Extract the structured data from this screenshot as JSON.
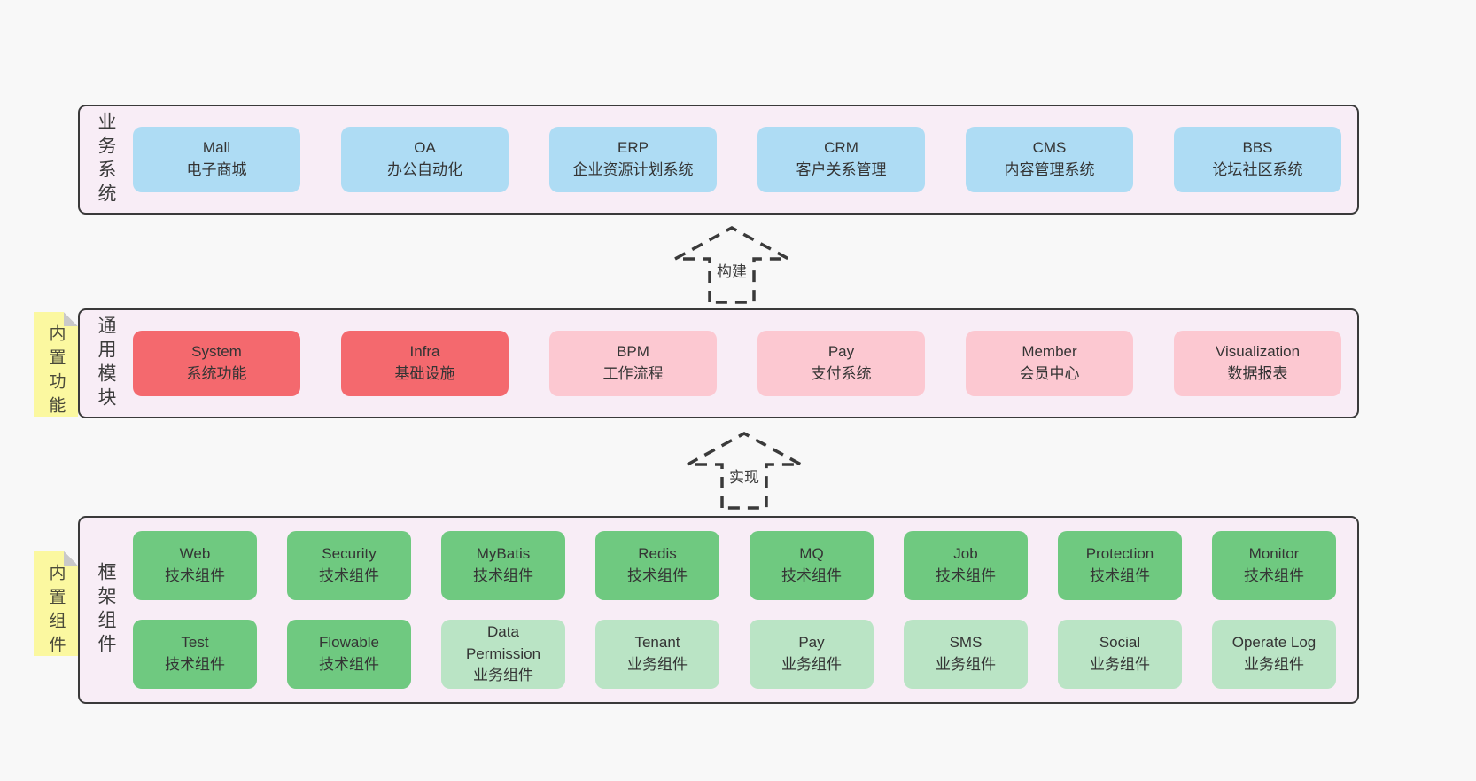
{
  "colors": {
    "page_bg": "#f8f8f8",
    "container_bg": "#f8edf6",
    "container_border": "#3a3a3a",
    "blue": "#aedcf4",
    "red": "#f4696e",
    "pink": "#fcc8d1",
    "green_dark": "#6fc980",
    "green_light": "#bae4c5",
    "note_yellow": "#fbf8a0",
    "note_fold_gray": "#c9c9c9",
    "text": "#3b3b3b"
  },
  "arrows": [
    {
      "label": "构建"
    },
    {
      "label": "实现"
    }
  ],
  "sections": [
    {
      "label": "业务系统",
      "note": "",
      "rows": [
        [
          {
            "en": "Mall",
            "zh": "电子商城",
            "color": "blue"
          },
          {
            "en": "OA",
            "zh": "办公自动化",
            "color": "blue"
          },
          {
            "en": "ERP",
            "zh": "企业资源计划系统",
            "color": "blue"
          },
          {
            "en": "CRM",
            "zh": "客户关系管理",
            "color": "blue"
          },
          {
            "en": "CMS",
            "zh": "内容管理系统",
            "color": "blue"
          },
          {
            "en": "BBS",
            "zh": "论坛社区系统",
            "color": "blue"
          }
        ]
      ]
    },
    {
      "label": "通用模块",
      "note": "内置功能",
      "rows": [
        [
          {
            "en": "System",
            "zh": "系统功能",
            "color": "red"
          },
          {
            "en": "Infra",
            "zh": "基础设施",
            "color": "red"
          },
          {
            "en": "BPM",
            "zh": "工作流程",
            "color": "pink"
          },
          {
            "en": "Pay",
            "zh": "支付系统",
            "color": "pink"
          },
          {
            "en": "Member",
            "zh": "会员中心",
            "color": "pink"
          },
          {
            "en": "Visualization",
            "zh": "数据报表",
            "color": "pink"
          }
        ]
      ]
    },
    {
      "label": "框架组件",
      "note": "内置组件",
      "rows": [
        [
          {
            "en": "Web",
            "zh": "技术组件",
            "color": "green-dark"
          },
          {
            "en": "Security",
            "zh": "技术组件",
            "color": "green-dark"
          },
          {
            "en": "MyBatis",
            "zh": "技术组件",
            "color": "green-dark"
          },
          {
            "en": "Redis",
            "zh": "技术组件",
            "color": "green-dark"
          },
          {
            "en": "MQ",
            "zh": "技术组件",
            "color": "green-dark"
          },
          {
            "en": "Job",
            "zh": "技术组件",
            "color": "green-dark"
          },
          {
            "en": "Protection",
            "zh": "技术组件",
            "color": "green-dark"
          },
          {
            "en": "Monitor",
            "zh": "技术组件",
            "color": "green-dark"
          }
        ],
        [
          {
            "en": "Test",
            "zh": "技术组件",
            "color": "green-dark"
          },
          {
            "en": "Flowable",
            "zh": "技术组件",
            "color": "green-dark"
          },
          {
            "en": "Data Permission",
            "zh": "业务组件",
            "color": "green-light"
          },
          {
            "en": "Tenant",
            "zh": "业务组件",
            "color": "green-light"
          },
          {
            "en": "Pay",
            "zh": "业务组件",
            "color": "green-light"
          },
          {
            "en": "SMS",
            "zh": "业务组件",
            "color": "green-light"
          },
          {
            "en": "Social",
            "zh": "业务组件",
            "color": "green-light"
          },
          {
            "en": "Operate Log",
            "zh": "业务组件",
            "color": "green-light"
          }
        ]
      ]
    }
  ]
}
